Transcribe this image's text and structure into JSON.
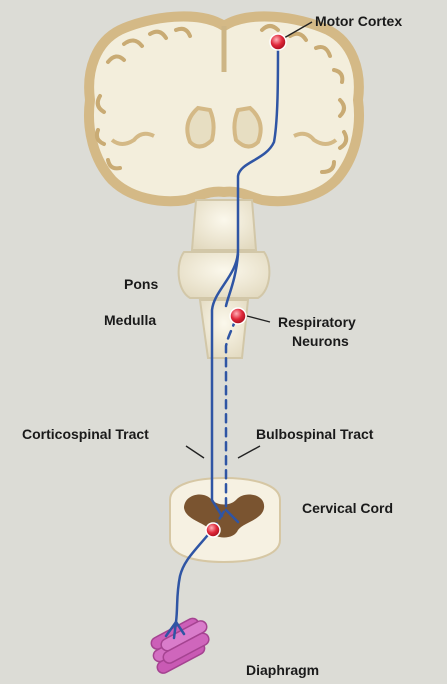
{
  "labels": {
    "motor_cortex": "Motor Cortex",
    "pons": "Pons",
    "medulla": "Medulla",
    "respiratory_line1": "Respiratory",
    "respiratory_line2": "Neurons",
    "corticospinal": "Corticospinal Tract",
    "bulbospinal": "Bulbospinal Tract",
    "cervical": "Cervical Cord",
    "diaphragm": "Diaphragm"
  },
  "colors": {
    "background": "#dcdcd6",
    "tissue": "#f3eedc",
    "tissue_edge": "#d4b986",
    "gray_matter": "#7a5430",
    "tract": "#2f55a4",
    "neuron": "#e0283a",
    "muscle": "#cc5fb8"
  }
}
